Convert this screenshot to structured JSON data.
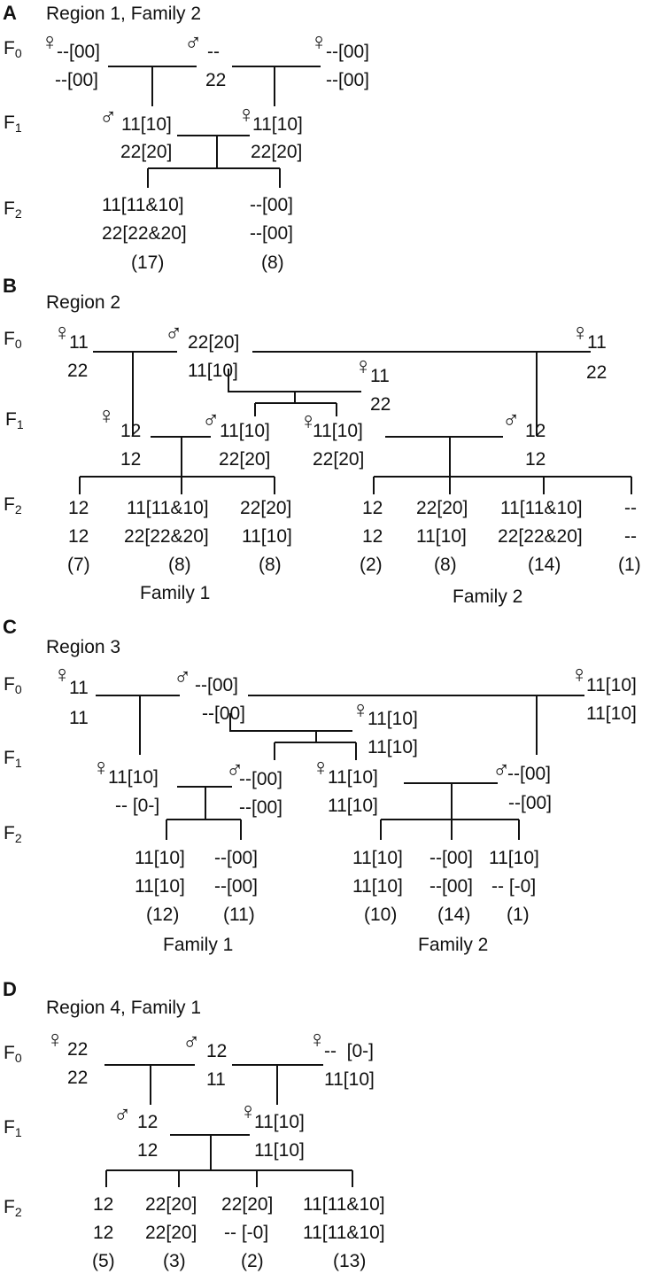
{
  "panels": [
    {
      "letter": "A",
      "title": "Region 1, Family 2",
      "gen": [
        "F",
        "F",
        "F"
      ],
      "gen_sub": [
        "0",
        "1",
        "2"
      ],
      "people": [
        {
          "sym": "♀",
          "line1": "--[00]",
          "line2": "--[00]"
        },
        {
          "sym": "♂",
          "line1": "--",
          "line2": "22"
        },
        {
          "sym": "♀",
          "line1": "--[00]",
          "line2": "--[00]"
        },
        {
          "sym": "♂",
          "line1": "11[10]",
          "line2": "22[20]"
        },
        {
          "sym": "♀",
          "line1": "11[10]",
          "line2": "22[20]"
        }
      ],
      "offspring": [
        {
          "line1": "11[11&10]",
          "line2": "22[22&20]",
          "count": "(17)"
        },
        {
          "line1": "--[00]",
          "line2": "--[00]",
          "count": "(8)"
        }
      ],
      "families": []
    },
    {
      "letter": "B",
      "title": "Region 2",
      "gen": [
        "F",
        "F",
        "F"
      ],
      "gen_sub": [
        "0",
        "1",
        "2"
      ],
      "people": [
        {
          "sym": "♀",
          "line1": "11",
          "line2": "22"
        },
        {
          "sym": "♂",
          "line1": "22[20]",
          "line2": "11[10]"
        },
        {
          "sym": "♀",
          "line1": "11",
          "line2": "22"
        },
        {
          "sym": "♀",
          "line1": "11",
          "line2": "22"
        },
        {
          "sym": "♀",
          "line1": "12",
          "line2": "12"
        },
        {
          "sym": "♂",
          "line1": "11[10]",
          "line2": "22[20]"
        },
        {
          "sym": "♀",
          "line1": "11[10]",
          "line2": "22[20]"
        },
        {
          "sym": "♂",
          "line1": "12",
          "line2": "12"
        }
      ],
      "offspring": [
        {
          "line1": "12",
          "line2": "12",
          "count": "(7)"
        },
        {
          "line1": "11[11&10]",
          "line2": "22[22&20]",
          "count": "(8)"
        },
        {
          "line1": "22[20]",
          "line2": "11[10]",
          "count": "(8)"
        },
        {
          "line1": "12",
          "line2": "12",
          "count": "(2)"
        },
        {
          "line1": "22[20]",
          "line2": "11[10]",
          "count": "(8)"
        },
        {
          "line1": "11[11&10]",
          "line2": "22[22&20]",
          "count": "(14)"
        },
        {
          "line1": "--",
          "line2": "--",
          "count": "(1)"
        }
      ],
      "families": [
        "Family 1",
        "Family 2"
      ]
    },
    {
      "letter": "C",
      "title": "Region 3",
      "gen": [
        "F",
        "F",
        "F"
      ],
      "gen_sub": [
        "0",
        "1",
        "2"
      ],
      "people": [
        {
          "sym": "♀",
          "line1": "11",
          "line2": "11"
        },
        {
          "sym": "♂",
          "line1": "--[00]",
          "line2": "--[00]"
        },
        {
          "sym": "♀",
          "line1": "11[10]",
          "line2": "11[10]"
        },
        {
          "sym": "♀",
          "line1": "11[10]",
          "line2": "11[10]"
        },
        {
          "sym": "♀",
          "line1": "11[10]",
          "line2": "-- [0-]"
        },
        {
          "sym": "♂",
          "line1": "--[00]",
          "line2": "--[00]"
        },
        {
          "sym": "♀",
          "line1": "11[10]",
          "line2": "11[10]"
        },
        {
          "sym": "♂",
          "line1": "--[00]",
          "line2": "--[00]"
        }
      ],
      "offspring": [
        {
          "line1": "11[10]",
          "line2": "11[10]",
          "count": "(12)"
        },
        {
          "line1": "--[00]",
          "line2": "--[00]",
          "count": "(11)"
        },
        {
          "line1": "11[10]",
          "line2": "11[10]",
          "count": "(10)"
        },
        {
          "line1": "--[00]",
          "line2": "--[00]",
          "count": "(14)"
        },
        {
          "line1": "11[10]",
          "line2": "-- [-0]",
          "count": "(1)"
        }
      ],
      "families": [
        "Family 1",
        "Family 2"
      ]
    },
    {
      "letter": "D",
      "title": "Region 4, Family 1",
      "gen": [
        "F",
        "F",
        "F"
      ],
      "gen_sub": [
        "0",
        "1",
        "2"
      ],
      "people": [
        {
          "sym": "♀",
          "line1": "22",
          "line2": "22"
        },
        {
          "sym": "♂",
          "line1": "12",
          "line2": "11"
        },
        {
          "sym": "♀",
          "line1": "--  [0-]",
          "line2": "11[10]"
        },
        {
          "sym": "♂",
          "line1": "12",
          "line2": "12"
        },
        {
          "sym": "♀",
          "line1": "11[10]",
          "line2": "11[10]"
        }
      ],
      "offspring": [
        {
          "line1": "12",
          "line2": "12",
          "count": "(5)"
        },
        {
          "line1": "22[20]",
          "line2": "22[20]",
          "count": "(3)"
        },
        {
          "line1": "22[20]",
          "line2": "-- [-0]",
          "count": "(2)"
        },
        {
          "line1": "11[11&10]",
          "line2": "11[11&10]",
          "count": "(13)"
        }
      ],
      "families": []
    }
  ]
}
